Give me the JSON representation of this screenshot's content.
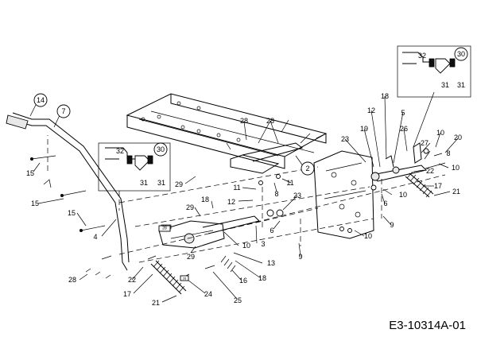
{
  "drawing_code": "E3-10314A-01",
  "callouts": [
    "14",
    "7",
    "15",
    "15",
    "15",
    "4",
    "28",
    "22",
    "17",
    "21",
    "24",
    "25",
    "16",
    "18",
    "13",
    "3",
    "10",
    "29",
    "29",
    "18",
    "12",
    "11",
    "8",
    "23",
    "6",
    "9",
    "11",
    "2",
    "28",
    "28",
    "29",
    "32",
    "30",
    "31",
    "31",
    "23",
    "19",
    "12",
    "18",
    "5",
    "26",
    "27",
    "10",
    "20",
    "8",
    "10",
    "22",
    "10",
    "6",
    "17",
    "21",
    "9",
    "10",
    "32",
    "30",
    "31",
    "31"
  ],
  "unlabeled_tags": [
    "28",
    "28"
  ]
}
